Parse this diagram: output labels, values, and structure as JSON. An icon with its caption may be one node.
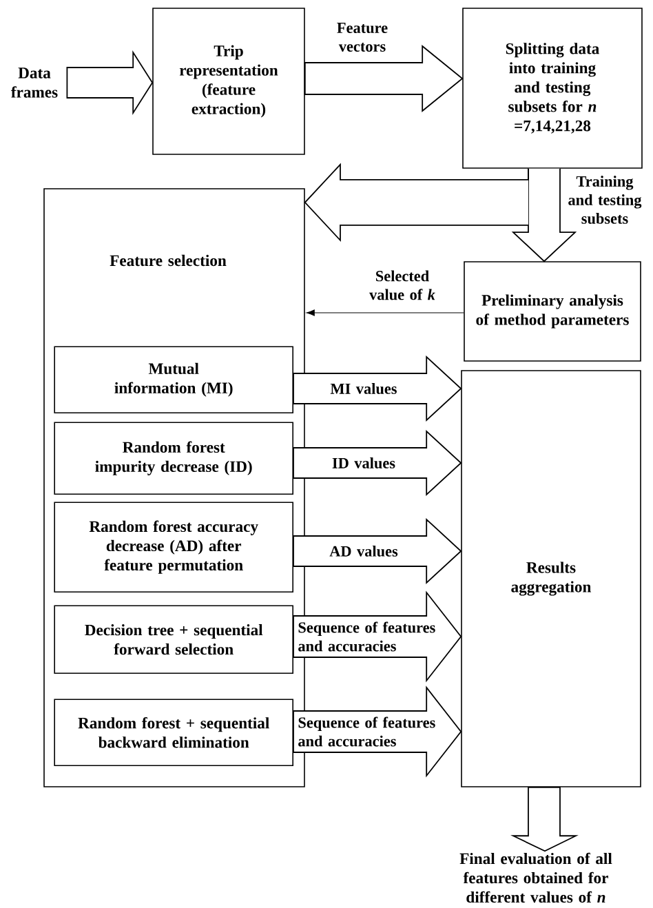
{
  "diagram": {
    "nodes": [
      {
        "text": [
          "Data frames"
        ]
      },
      {
        "text": [
          "Trip representation (feature extraction)"
        ]
      },
      {
        "text": [
          "Splitting data into training and testing subsets for *n* =7,14,21,28"
        ]
      },
      {
        "text": [
          "Feature selection"
        ]
      },
      {
        "text": [
          "Preliminary analysis of method parameters"
        ]
      },
      {
        "text": [
          "Mutual information (MI)"
        ],
        "in": 3
      },
      {
        "text": [
          "Random forest impurity decrease (ID)"
        ],
        "in": 3
      },
      {
        "text": [
          "Random forest accuracy decrease (AD) after feature permutation"
        ],
        "in": 3
      },
      {
        "text": [
          "Decision tree + sequential forward selection"
        ],
        "in": 3
      },
      {
        "text": [
          "Random forest + sequential backward elimination"
        ],
        "in": 3
      },
      {
        "text": [
          "Results aggregation"
        ]
      },
      {
        "text": [
          "Final evaluation of all features obtained for different values of *n*"
        ]
      }
    ],
    "edges": [
      {
        "from": 0,
        "to": 1,
        "arrow": "to",
        "style": "thick"
      },
      {
        "from": 1,
        "to": 2,
        "arrow": "to",
        "label": "Feature vectors",
        "style": "thick"
      },
      {
        "from": 2,
        "to": 3,
        "arrow": "to",
        "style": "thick"
      },
      {
        "from": 2,
        "to": 4,
        "arrow": "to",
        "label": "Training and testing subsets",
        "style": "thick"
      },
      {
        "from": 4,
        "to": 3,
        "arrow": "to",
        "label": "Selected value of *k*"
      },
      {
        "from": 5,
        "to": 10,
        "arrow": "to",
        "label": "MI values",
        "style": "thick"
      },
      {
        "from": 6,
        "to": 10,
        "arrow": "to",
        "label": "ID values",
        "style": "thick"
      },
      {
        "from": 7,
        "to": 10,
        "arrow": "to",
        "label": "AD values",
        "style": "thick"
      },
      {
        "from": 8,
        "to": 10,
        "arrow": "to",
        "label": "Sequence of features and accuracies",
        "style": "thick"
      },
      {
        "from": 9,
        "to": 10,
        "arrow": "to",
        "label": "Sequence of features and accuracies",
        "style": "thick"
      },
      {
        "from": 10,
        "to": 11,
        "arrow": "to",
        "style": "thick"
      }
    ]
  }
}
